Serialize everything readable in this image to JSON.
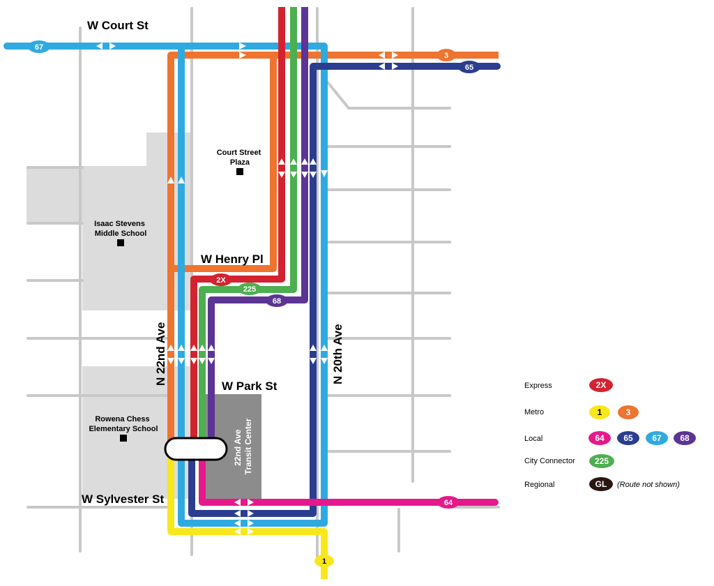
{
  "colors": {
    "grid_street": "#c8c8c8",
    "school_area": "#dcdcdc",
    "transit_center": "#8c8c8c",
    "route_2X": "#d32230",
    "route_1": "#f8e71c",
    "route_3": "#ee7430",
    "route_64": "#e5198c",
    "route_65": "#2b3d8e",
    "route_67": "#2faae1",
    "route_68": "#5c3594",
    "route_225": "#4caf50",
    "route_GL": "#2a1712"
  },
  "streets": {
    "w_court": "W Court St",
    "w_henry": "W Henry Pl",
    "w_park": "W Park St",
    "w_sylvester": "W Sylvester St",
    "n_22nd": "N 22nd Ave",
    "n_20th": "N 20th Ave"
  },
  "places": {
    "court_street_plaza": [
      "Court Street",
      "Plaza"
    ],
    "isaac_stevens": [
      "Isaac Stevens",
      "Middle School"
    ],
    "rowena_chess": [
      "Rowena Chess",
      "Elementary School"
    ],
    "transit_center": [
      "22nd Ave",
      "Transit Center"
    ]
  },
  "route_badges": {
    "r67": "67",
    "r3": "3",
    "r65": "65",
    "r2x": "2X",
    "r225": "225",
    "r68": "68",
    "r64": "64",
    "r1": "1"
  },
  "legend": {
    "express": {
      "label": "Express",
      "routes": [
        "2X"
      ]
    },
    "metro": {
      "label": "Metro",
      "routes": [
        "1",
        "3"
      ]
    },
    "local": {
      "label": "Local",
      "routes": [
        "64",
        "65",
        "67",
        "68"
      ]
    },
    "city_connector": {
      "label": "City Connector",
      "routes": [
        "225"
      ]
    },
    "regional": {
      "label": "Regional",
      "routes": [
        "GL"
      ],
      "note": "(Route not shown)"
    }
  },
  "icons": {
    "direction_arrow": "double-headed-arrow-icon",
    "place_marker": "square-marker-icon"
  }
}
